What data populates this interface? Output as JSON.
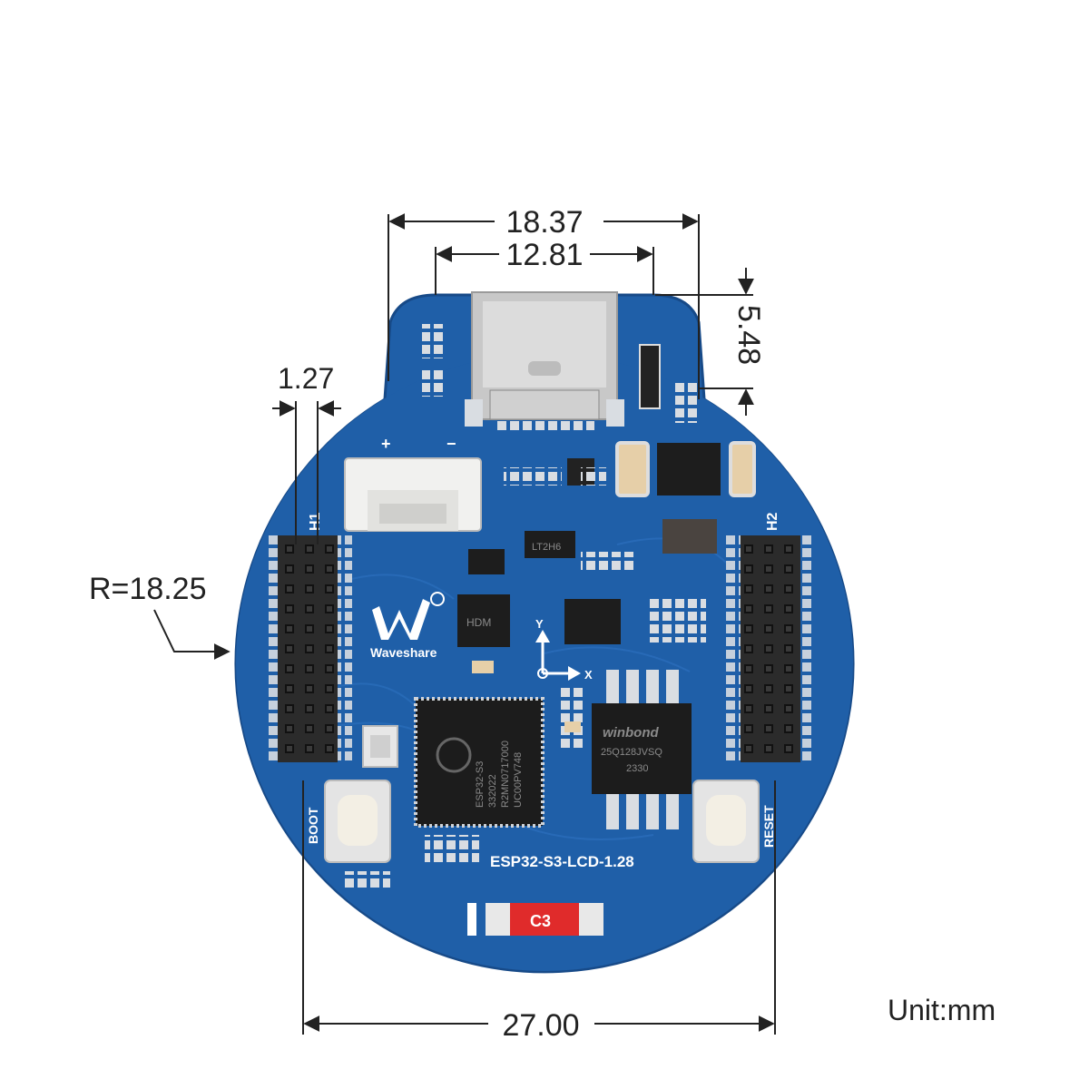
{
  "dimensions": {
    "overall_width": "18.37",
    "connector_width": "12.81",
    "connector_height": "5.48",
    "pin_pitch": "1.27",
    "radius": "R=18.25",
    "header_span": "27.00"
  },
  "unit": "Unit:mm",
  "board": {
    "model": "ESP32-S3-LCD-1.28",
    "brand": "Waveshare",
    "header_left": "H1",
    "header_right": "H2",
    "button_left": "BOOT",
    "button_right": "RESET",
    "axis_y": "Y",
    "axis_x": "X",
    "pin_plus": "+",
    "pin_minus": "−",
    "chip_mcu_lines": [
      "ESP32-S3",
      "332022",
      "R2MN0717000",
      "UC00PV748"
    ],
    "chip_flash_lines": [
      "winbond",
      "25Q128JVSQ",
      "2330"
    ],
    "chip_c3": "C3",
    "chip_small_1": "LT2H6",
    "chip_small_2": "HDM"
  },
  "colors": {
    "pcb": "#1f5fa8",
    "pcb_dark": "#174a88",
    "header": "#2b2b2b",
    "dimension": "#222222"
  }
}
